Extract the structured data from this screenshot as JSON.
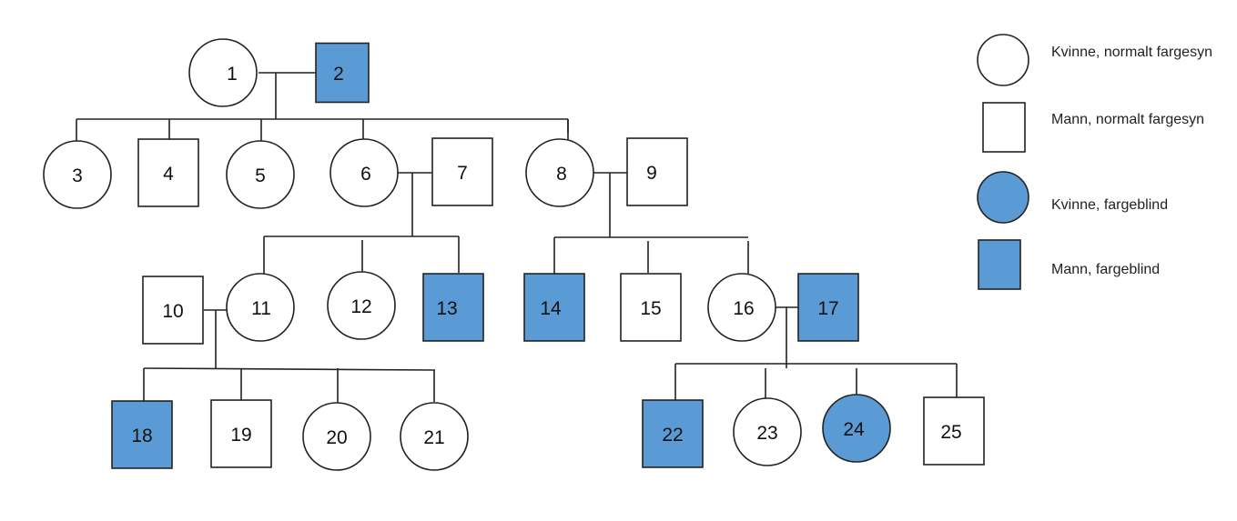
{
  "colors": {
    "affected": "#5b9bd5",
    "line": "#222222",
    "background": "#ffffff"
  },
  "individuals": [
    {
      "id": "1",
      "shape": "circle",
      "affected": false
    },
    {
      "id": "2",
      "shape": "square",
      "affected": true
    },
    {
      "id": "3",
      "shape": "circle",
      "affected": false
    },
    {
      "id": "4",
      "shape": "square",
      "affected": false
    },
    {
      "id": "5",
      "shape": "circle",
      "affected": false
    },
    {
      "id": "6",
      "shape": "circle",
      "affected": false
    },
    {
      "id": "7",
      "shape": "square",
      "affected": false
    },
    {
      "id": "8",
      "shape": "circle",
      "affected": false
    },
    {
      "id": "9",
      "shape": "square",
      "affected": false
    },
    {
      "id": "10",
      "shape": "square",
      "affected": false
    },
    {
      "id": "11",
      "shape": "circle",
      "affected": false
    },
    {
      "id": "12",
      "shape": "circle",
      "affected": false
    },
    {
      "id": "13",
      "shape": "square",
      "affected": true
    },
    {
      "id": "14",
      "shape": "square",
      "affected": true
    },
    {
      "id": "15",
      "shape": "square",
      "affected": false
    },
    {
      "id": "16",
      "shape": "circle",
      "affected": false
    },
    {
      "id": "17",
      "shape": "square",
      "affected": true
    },
    {
      "id": "18",
      "shape": "square",
      "affected": true
    },
    {
      "id": "19",
      "shape": "square",
      "affected": false
    },
    {
      "id": "20",
      "shape": "circle",
      "affected": false
    },
    {
      "id": "21",
      "shape": "circle",
      "affected": false
    },
    {
      "id": "22",
      "shape": "square",
      "affected": true
    },
    {
      "id": "23",
      "shape": "circle",
      "affected": false
    },
    {
      "id": "24",
      "shape": "circle",
      "affected": true
    },
    {
      "id": "25",
      "shape": "square",
      "affected": false
    }
  ],
  "families": [
    {
      "parents": [
        "1",
        "2"
      ],
      "children": [
        "3",
        "4",
        "5",
        "6",
        "8"
      ]
    },
    {
      "parents": [
        "6",
        "7"
      ],
      "children": [
        "11",
        "12",
        "13"
      ]
    },
    {
      "parents": [
        "8",
        "9"
      ],
      "children": [
        "14",
        "15",
        "16"
      ]
    },
    {
      "parents": [
        "10",
        "11"
      ],
      "children": [
        "18",
        "19",
        "20",
        "21"
      ]
    },
    {
      "parents": [
        "16",
        "17"
      ],
      "children": [
        "22",
        "23",
        "24",
        "25"
      ]
    }
  ],
  "legend": [
    {
      "label": "Kvinne, normalt fargesyn",
      "shape": "circle",
      "affected": false
    },
    {
      "label": "Mann, normalt fargesyn",
      "shape": "square",
      "affected": false
    },
    {
      "label": "Kvinne, fargeblind",
      "shape": "circle",
      "affected": true
    },
    {
      "label": "Mann, fargeblind",
      "shape": "square",
      "affected": true
    }
  ]
}
